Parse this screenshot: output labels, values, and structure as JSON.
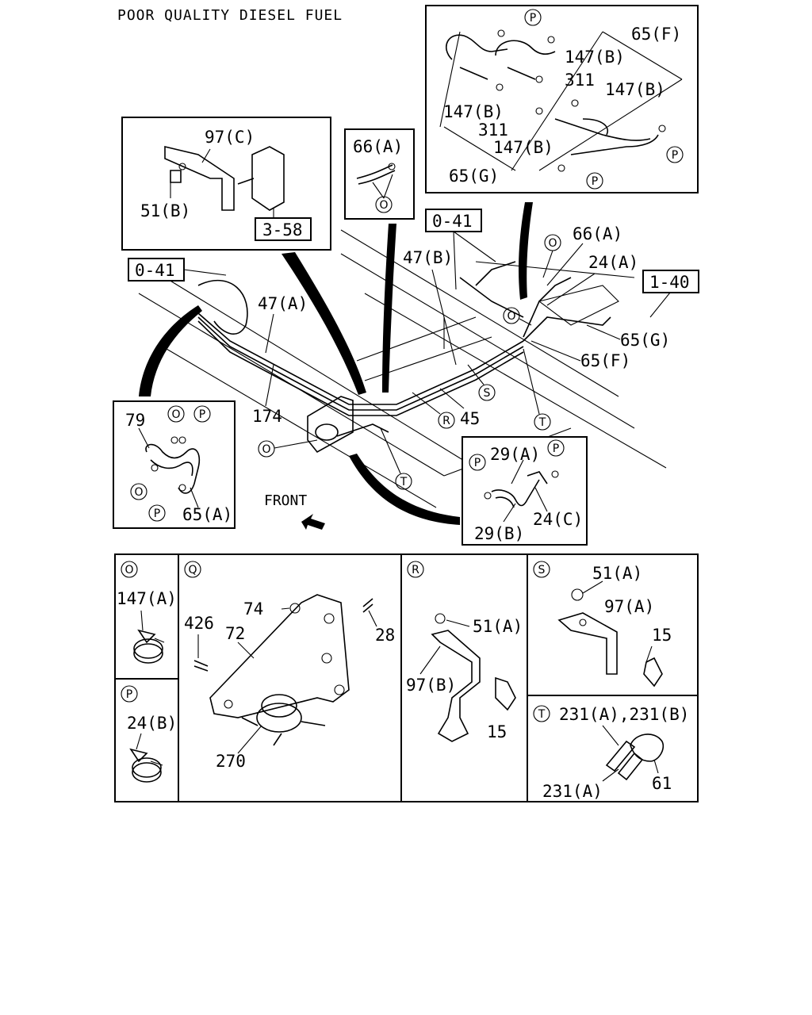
{
  "title": "POOR QUALITY DIESEL FUEL",
  "front_label": "FRONT",
  "ref_boxes": {
    "r1": "3-58",
    "r2": "0-41",
    "r3": "0-41",
    "r4": "1-40"
  },
  "circle_letters": {
    "O": "O",
    "P": "P",
    "Q": "Q",
    "R": "R",
    "S": "S",
    "T": "T"
  },
  "inset_top_right": {
    "a": "65(F)",
    "b": "147(B)",
    "c": "311",
    "d": "147(B)",
    "e": "147(B)",
    "f": "311",
    "g": "147(B)",
    "h": "65(G)"
  },
  "inset_bracket": {
    "a": "97(C)",
    "b": "51(B)"
  },
  "inset_clamp": {
    "a": "66(A)"
  },
  "inset_left": {
    "a": "79",
    "b": "65(A)"
  },
  "inset_right": {
    "a": "29(A)",
    "b": "24(C)",
    "c": "29(B)"
  },
  "main_labels": {
    "a": "47(A)",
    "b": "174",
    "c": "47(B)",
    "d": "45",
    "e": "66(A)",
    "f": "24(A)",
    "g": "65(G)",
    "h": "65(F)"
  },
  "detail_O": {
    "a": "147(A)"
  },
  "detail_P": {
    "a": "24(B)"
  },
  "detail_Q": {
    "a": "74",
    "b": "426",
    "c": "72",
    "d": "28",
    "e": "270"
  },
  "detail_R": {
    "a": "51(A)",
    "b": "97(B)",
    "c": "15"
  },
  "detail_S": {
    "a": "51(A)",
    "b": "97(A)",
    "c": "15"
  },
  "detail_T": {
    "a": "231(A),231(B)",
    "b": "231(A)",
    "c": "61"
  }
}
